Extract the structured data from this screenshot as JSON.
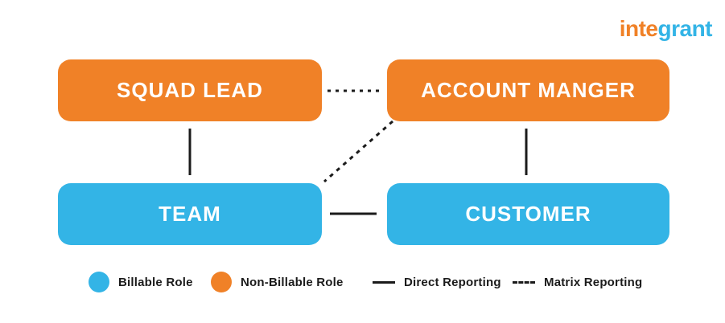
{
  "logo": {
    "prefix": "inte",
    "suffix": "grant"
  },
  "colors": {
    "orange": "#F08127",
    "blue": "#33B4E6",
    "ink": "#1B1B1B",
    "node_text": "#FFFFFF",
    "background": "#FFFFFF"
  },
  "diagram": {
    "type": "org-chart",
    "nodes": [
      {
        "id": "squad-lead",
        "label": "SQUAD LEAD",
        "role": "non-billable"
      },
      {
        "id": "account-manger",
        "label": "ACCOUNT MANGER",
        "role": "non-billable"
      },
      {
        "id": "team",
        "label": "TEAM",
        "role": "billable"
      },
      {
        "id": "customer",
        "label": "CUSTOMER",
        "role": "billable"
      }
    ],
    "edges": [
      {
        "from": "squad-lead",
        "to": "account-manger",
        "type": "matrix"
      },
      {
        "from": "squad-lead",
        "to": "team",
        "type": "direct"
      },
      {
        "from": "account-manger",
        "to": "team",
        "type": "matrix"
      },
      {
        "from": "account-manger",
        "to": "customer",
        "type": "direct"
      },
      {
        "from": "team",
        "to": "customer",
        "type": "direct"
      }
    ]
  },
  "legend": {
    "billable_label": "Billable Role",
    "non_billable_label": "Non-Billable Role",
    "direct_label": "Direct Reporting",
    "matrix_label": "Matrix Reporting"
  }
}
